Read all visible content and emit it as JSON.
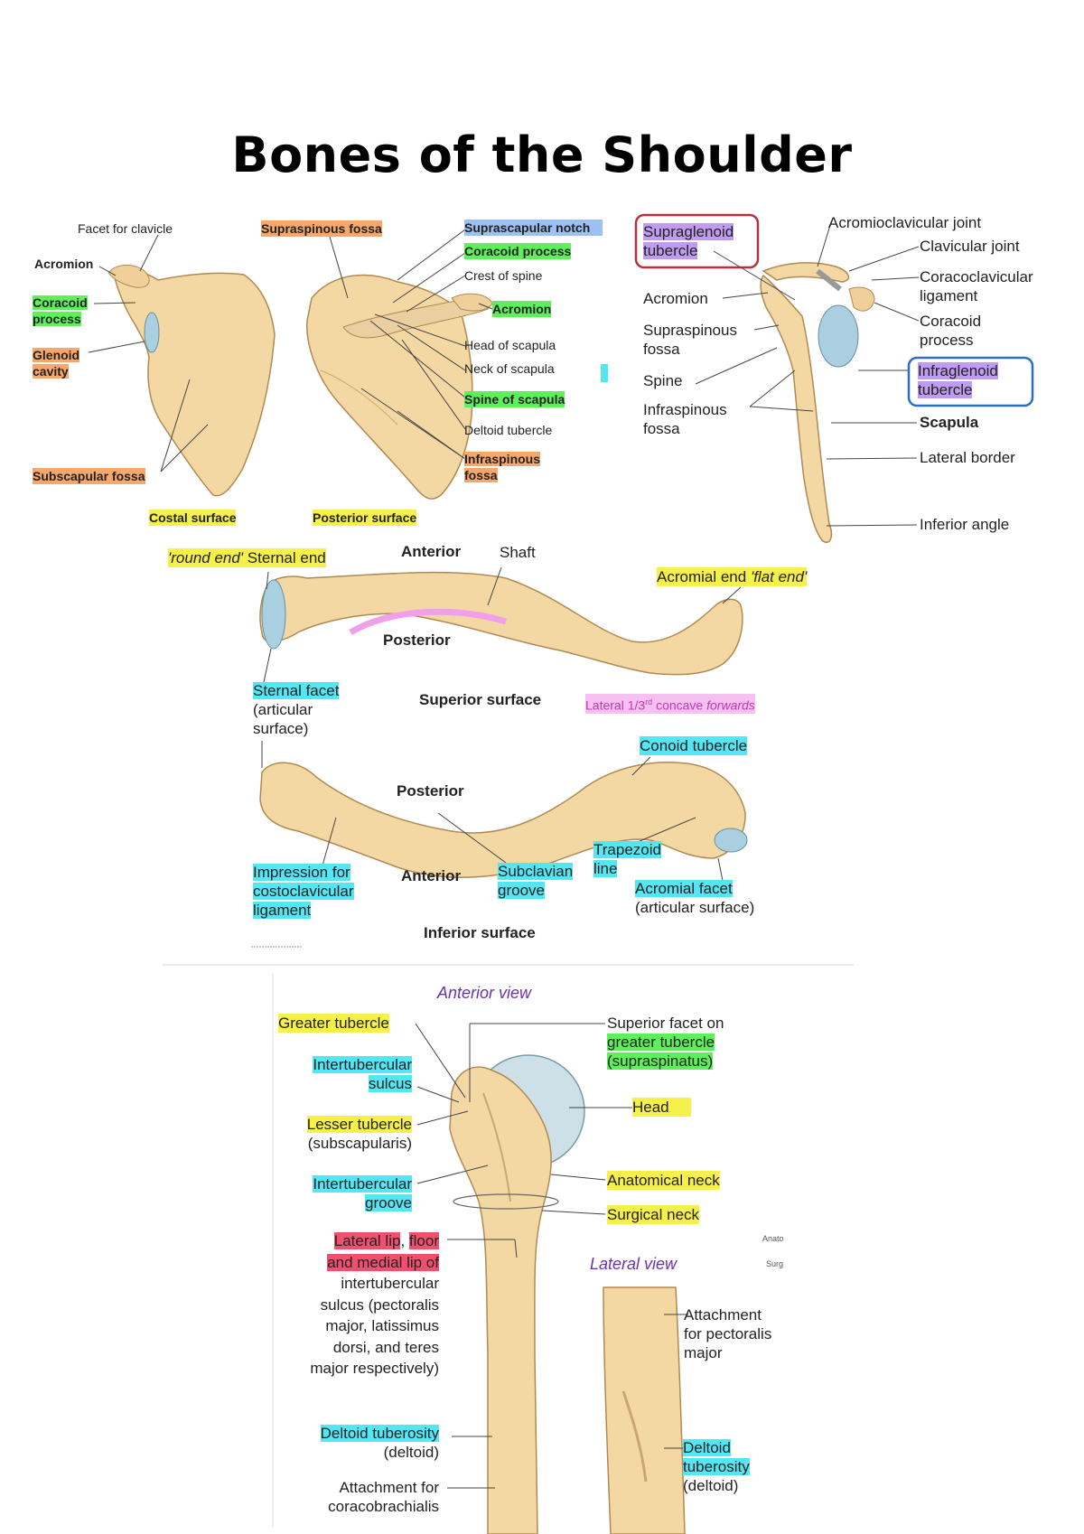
{
  "title": "Bones of the Shoulder",
  "scapula": {
    "facet_for_clavicle": "Facet for clavicle",
    "acromion_left": "Acromion",
    "coracoid_process_left": [
      "Coracoid",
      "process"
    ],
    "glenoid_cavity": [
      "Glenoid",
      "cavity"
    ],
    "subscapular_fossa": "Subscapular fossa",
    "costal_surface": "Costal surface",
    "supraspinous_fossa": "Supraspinous fossa",
    "suprascapular_notch": "Suprascapular notch",
    "coracoid_process": "Coracoid process",
    "crest_of_spine": "Crest of spine",
    "acromion": "Acromion",
    "head_of_scapula": "Head of scapula",
    "neck_of_scapula": "Neck of scapula",
    "spine_of_scapula": "Spine of scapula",
    "deltoid_tubercle": "Deltoid tubercle",
    "infraspinous_fossa": [
      "Infraspinous",
      "fossa"
    ],
    "posterior_surface": "Posterior surface"
  },
  "lateral_scapula": {
    "supraglenoid": [
      "Supraglenoid",
      "tubercle"
    ],
    "acromion": "Acromion",
    "supraspinous": [
      "Supraspinous",
      "fossa"
    ],
    "spine": "Spine",
    "infraspinous": [
      "Infraspinous",
      "fossa"
    ],
    "acromioclavicular_joint": "Acromioclavicular joint",
    "clavicular_joint": "Clavicular joint",
    "coracoclavicular": [
      "Coracoclavicular",
      "ligament"
    ],
    "coracoid": [
      "Coracoid",
      "process"
    ],
    "infraglenoid": [
      "Infraglenoid",
      "tubercle"
    ],
    "scapula": "Scapula",
    "lateral_border": "Lateral border",
    "inferior_angle": "Inferior angle"
  },
  "clavicle_superior": {
    "round_end": "'round end'",
    "sternal_end": "Sternal end",
    "anterior": "Anterior",
    "shaft": "Shaft",
    "acromial_end": "Acromial end",
    "flat_end": "'flat end'",
    "posterior": "Posterior",
    "sternal_facet": "Sternal facet",
    "articular_surface": [
      "(articular",
      "surface)"
    ],
    "superior_surface": "Superior surface",
    "lateral_third": "Lateral 1/3",
    "rd": "rd",
    "concave": "concave",
    "forwards": "forwards"
  },
  "clavicle_inferior": {
    "conoid_tubercle": "Conoid tubercle",
    "posterior": "Posterior",
    "trapezoid_line": [
      "Trapezoid",
      "line"
    ],
    "impression": [
      "Impression for",
      "costoclavicular",
      "ligament"
    ],
    "anterior": "Anterior",
    "subclavian_groove": [
      "Subclavian",
      "groove"
    ],
    "acromial_facet": "Acromial facet",
    "acromial_facet_sub": "(articular surface)",
    "inferior_surface": "Inferior surface"
  },
  "humerus": {
    "anterior_view": "Anterior view",
    "lateral_view": "Lateral view",
    "greater_tubercle": "Greater tubercle",
    "intertubercular_sulcus": [
      "Intertubercular",
      "sulcus"
    ],
    "lesser_tubercle": "Lesser tubercle",
    "subscapularis": "(subscapularis)",
    "intertubercular_groove": [
      "Intertubercular",
      "groove"
    ],
    "lateral_lip": "Lateral lip",
    "comma": ",",
    "floor": "floor",
    "and_medial_lip": "and medial lip of",
    "lip_rest": [
      "intertubercular",
      "sulcus (pectoralis",
      "major, latissimus",
      "dorsi, and teres",
      "major respectively)"
    ],
    "deltoid_tuberosity": "Deltoid tuberosity",
    "deltoid": "(deltoid)",
    "attachment_coraco": [
      "Attachment for",
      "coracobrachialis"
    ],
    "superior_facet": "Superior facet on",
    "greater_tubercle_green": "greater tubercle",
    "supraspinatus": "(supraspinatus)",
    "head": "Head",
    "anatomical_neck": "Anatomical neck",
    "surgical_neck": "Surgical neck",
    "anato": "Anato",
    "surg": "Surg",
    "attachment_pectoralis": [
      "Attachment",
      "for pectoralis",
      "major"
    ],
    "deltoid_tuberosity_lat": [
      "Deltoid",
      "tuberosity"
    ],
    "deltoid_lat": "(deltoid)"
  },
  "colors": {
    "bone": "#f3d8a4",
    "bone_outline": "#b08a52",
    "cartilage": "#a9cfe0",
    "highlight_yellow": "#f6f04a",
    "highlight_orange": "#f6a86c",
    "highlight_green": "#5ef05a",
    "highlight_cyan": "#54e6f2",
    "highlight_purple": "#c09cf0",
    "box_red": "#b83040",
    "box_blue": "#2a6ec8"
  }
}
